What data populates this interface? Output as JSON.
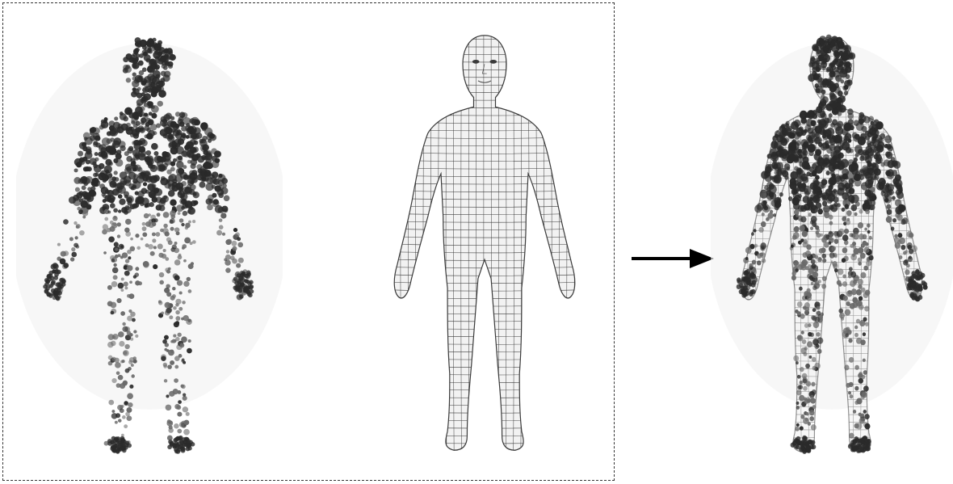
{
  "figure": {
    "panels": [
      {
        "id": "point-cloud",
        "description_name": "scan-points"
      },
      {
        "id": "template-mesh",
        "description_name": "wireframe-body"
      },
      {
        "id": "fitted-result",
        "description_name": "mesh-with-points"
      }
    ],
    "colors": {
      "border": "#333333",
      "points_dark": "#2a2a2a",
      "points_mid": "#6a6a6a",
      "mesh_line": "#3a3a3a",
      "mesh_fill": "#f2f2f2",
      "arrow": "#000000",
      "halo": "#f1f1f1"
    },
    "icons": {
      "arrow": "right-arrow-icon"
    }
  }
}
